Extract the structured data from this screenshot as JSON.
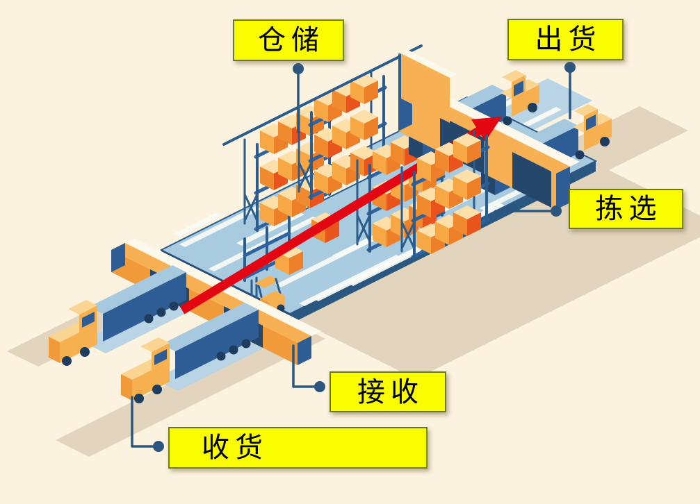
{
  "diagram": {
    "type": "warehouse-logistics-flow",
    "background_color": "#FBF2DF",
    "flow_arrow_color": "#E30613",
    "connector_color": "#2B567F",
    "label_style": {
      "background": "#F9FD00",
      "border": "#6F7A20",
      "text_color": "#000000"
    },
    "labels": {
      "storage": "仓储",
      "shipping": "出货",
      "picking": "拣选",
      "receiving": "接收",
      "goods_receipt": "收货"
    },
    "scene_colors": {
      "floor": "#A9CBE0",
      "floor_edge": "#2A577F",
      "dock_walls": "#F8B054",
      "truck_trailer": "#2E5C94",
      "truck_cab": "#F7B04F",
      "boxes": "#F6A041",
      "box_accent": "#E8541C",
      "ground_shadow": "#E3D5BD"
    }
  }
}
